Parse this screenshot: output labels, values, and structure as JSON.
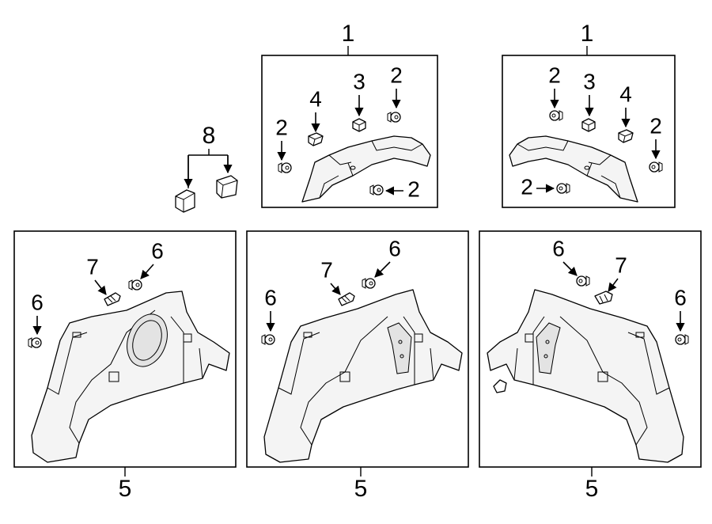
{
  "callouts": {
    "box1_left": "1",
    "box1_right": "1",
    "bracket_8": "8",
    "box5_a": "5",
    "box5_b": "5",
    "box5_c": "5",
    "l_2a": "2",
    "l_2b": "2",
    "l_2c": "2",
    "l_3": "3",
    "l_4": "4",
    "r_2a": "2",
    "r_2b": "2",
    "r_2c": "2",
    "r_3": "3",
    "r_4": "4",
    "a_6a": "6",
    "a_6b": "6",
    "a_7": "7",
    "b_6a": "6",
    "b_6b": "6",
    "b_7": "7",
    "c_6a": "6",
    "c_6b": "6",
    "c_7": "7"
  },
  "icons": [
    "push-clip-icon",
    "retainer-icon",
    "clip-nut-icon",
    "trim-panel-icon",
    "rear-shelf-trim-icon",
    "bracket-icon"
  ]
}
